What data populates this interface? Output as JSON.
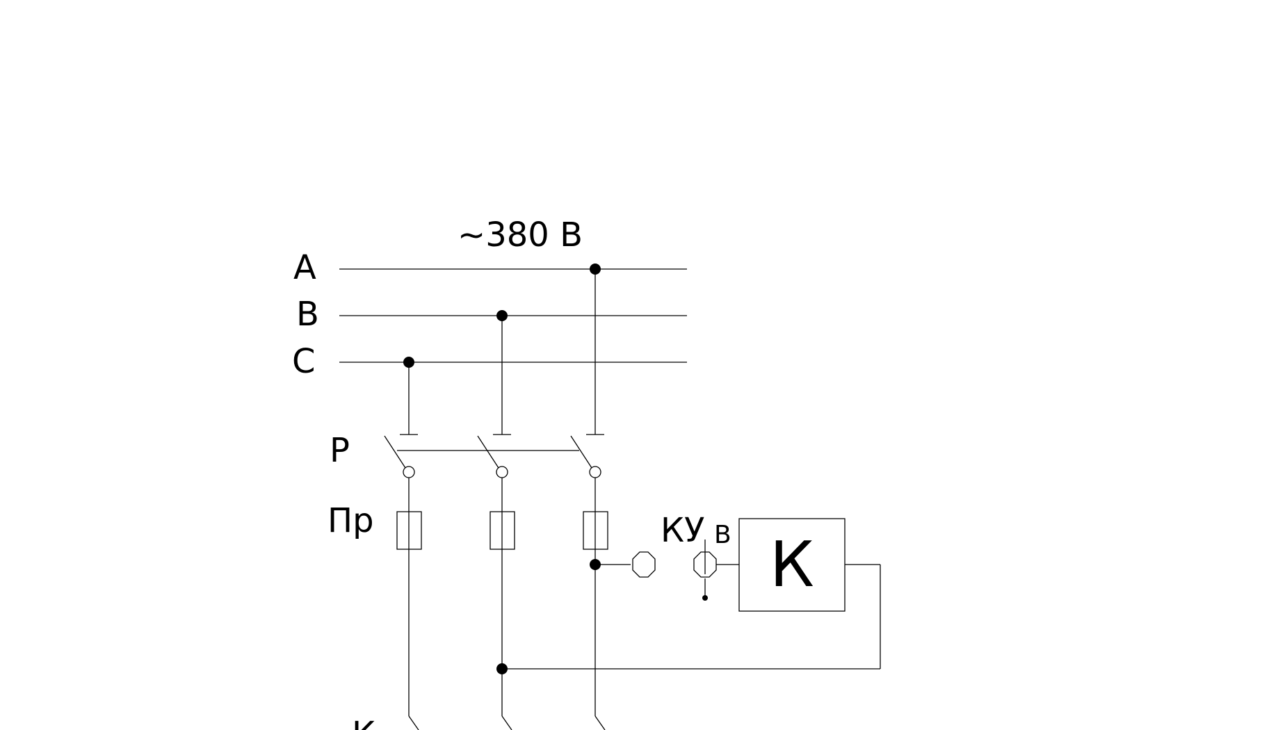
{
  "supply_label": "~380 В",
  "phases": [
    "A",
    "B",
    "C"
  ],
  "labels": {
    "switch": "Р",
    "fuses": "Пр",
    "control_device": "КУ",
    "button": "В",
    "coil": "К",
    "contactor": "К"
  }
}
